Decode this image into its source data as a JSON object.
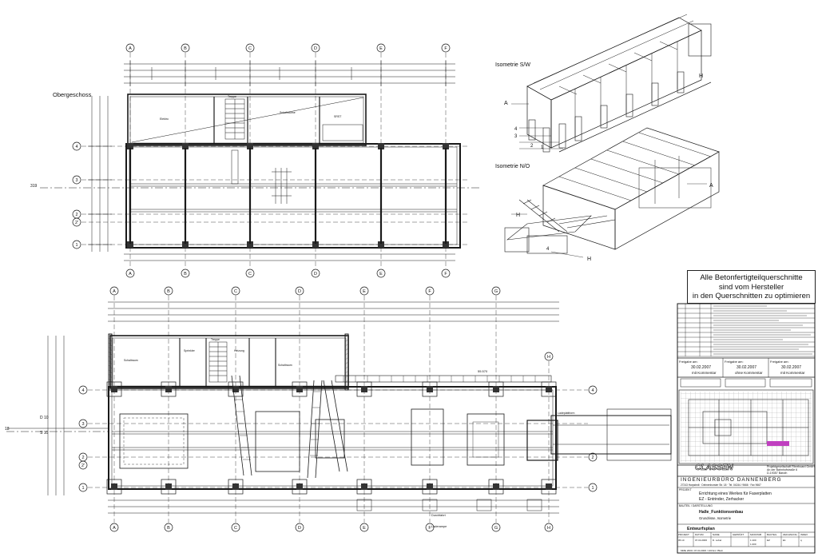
{
  "plan_top": {
    "title": "Obergeschoss",
    "axes_cols": [
      "A",
      "B",
      "C",
      "D",
      "E",
      "F"
    ],
    "axes_rows": [
      "4",
      "3",
      "2",
      "2'",
      "1"
    ],
    "rooms": [
      "Elektro",
      "Schalträume",
      "Treppe",
      "SRST"
    ],
    "level_left": "319"
  },
  "plan_bottom": {
    "axes_cols": [
      "A",
      "B",
      "C",
      "D",
      "E",
      "F",
      "G",
      "H"
    ],
    "axes_rows": [
      "4",
      "3",
      "2",
      "2'",
      "1"
    ],
    "rooms": [
      "Schaltraum",
      "Sprinkler",
      "Heizung",
      "Treppe",
      "Schaltraum"
    ],
    "level_labels": [
      "D 10",
      "S 10",
      "18"
    ],
    "bottom_note_1": "Durchfahrt",
    "bottom_note_2": "Laderampe",
    "bottom_note_3": "Ladeplattform",
    "dim_right": "55.570"
  },
  "isometrics": {
    "sw_title": "Isometrie S/W",
    "no_title": "Isometrie N/O",
    "sw_labels": [
      "A",
      "4",
      "3",
      "2",
      "1",
      "H"
    ],
    "no_labels": [
      "H",
      "H",
      "4",
      "A"
    ]
  },
  "note": {
    "line1": "Alle Betonfertigteilquerschnitte",
    "line2": "sind vom Hersteller",
    "line3": "in den Querschnitten zu optimieren"
  },
  "title_block": {
    "release": [
      {
        "label": "Freigabe am:",
        "date": "30.02.2007",
        "remark": "mit Kommentar"
      },
      {
        "label": "Freigabe am:",
        "date": "30.02.2007",
        "remark": "ohne Kommentar"
      },
      {
        "label": "Freigabe am:",
        "date": "30.02.2007",
        "remark": "mit Kommentar"
      }
    ],
    "brand": "CLASSEN",
    "firm": "INGENIEURBÜRO DANNENBERG",
    "firm_addr": "27243 Harpstedt · Delmenhorster Str. 18 · Tel. 04244 / 9666 · Fax 9667",
    "client_label": "BAUHERR",
    "client_line1": "Projektgesellschaft Fibreboard GmbH",
    "client_line2": "An der Bahnhofstraße 6",
    "client_line3": "D-19357 Baruth",
    "project_label": "PROJEKT",
    "project_line1": "Errichtung eines Werkes für Faserplatten",
    "project_line2": "EZ - Entrinder, Zerhacker",
    "part_label": "BAUTEIL / DARSTELLUNG",
    "part_line1": "Halle_Funktionsenbau",
    "part_line2": "Grundrisse, Isometrie",
    "plan_type": "Entwurfsplan",
    "cells_head": [
      "PROJEKT",
      "DATUM",
      "NAME",
      "GEPRÜFT",
      "MASSTAB",
      "BAUTEIL",
      "ZEICHNUNG",
      "INDEX"
    ],
    "cells_val": [
      "05.10",
      "07.04.2006",
      "D. Lobel",
      "",
      "1:100\n1:200",
      "EZ",
      "E1",
      "q"
    ],
    "footer": "MME 2000 / 07.04.2006 / 103 E1 / Blatt"
  },
  "colors": {
    "line": "#1a1a1a",
    "hatch": "#555",
    "accent": "#c040c0",
    "fill": "#f4f4f4"
  }
}
